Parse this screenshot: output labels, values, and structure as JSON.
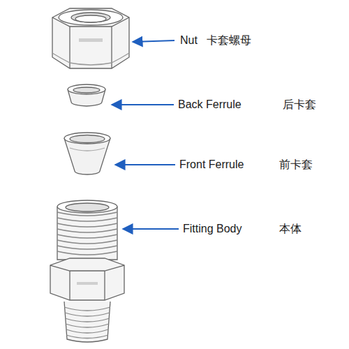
{
  "diagram": {
    "labels": [
      "Nut",
      "卡套螺母",
      "Back Ferrule",
      "后卡套",
      "Front Ferrule",
      "前卡套",
      "Fitting Body",
      "本体"
    ]
  }
}
